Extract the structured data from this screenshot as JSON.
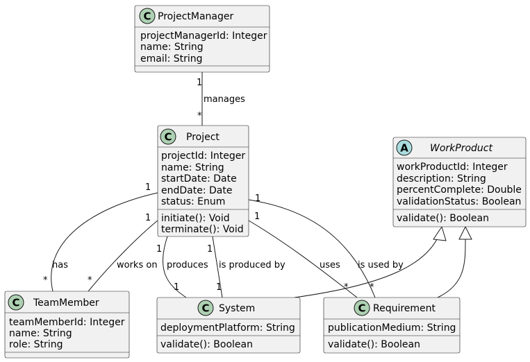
{
  "classes": {
    "projectManager": {
      "stereotype_glyph": "C",
      "name": "ProjectManager",
      "attributes": [
        "projectManagerId: Integer",
        "name: String",
        "email: String"
      ],
      "methods": []
    },
    "project": {
      "stereotype_glyph": "C",
      "name": "Project",
      "attributes": [
        "projectId: Integer",
        "name: String",
        "startDate: Date",
        "endDate: Date",
        "status: Enum"
      ],
      "methods": [
        "initiate(): Void",
        "terminate(): Void"
      ]
    },
    "workProduct": {
      "stereotype_glyph": "A",
      "name": "WorkProduct",
      "abstract": true,
      "attributes": [
        "workProductId: Integer",
        "description: String",
        "percentComplete: Double",
        "validationStatus: Boolean"
      ],
      "methods": [
        "validate(): Boolean"
      ]
    },
    "teamMember": {
      "stereotype_glyph": "C",
      "name": "TeamMember",
      "attributes": [
        "teamMemberId: Integer",
        "name: String",
        "role: String"
      ],
      "methods": []
    },
    "system": {
      "stereotype_glyph": "C",
      "name": "System",
      "attributes": [
        "deploymentPlatform: String"
      ],
      "methods": [
        "validate(): Boolean"
      ]
    },
    "requirement": {
      "stereotype_glyph": "C",
      "name": "Requirement",
      "attributes": [
        "publicationMedium: String"
      ],
      "methods": [
        "validate(): Boolean"
      ]
    }
  },
  "relations": {
    "manages": {
      "label": "manages",
      "from_mult": "1",
      "to_mult": "*"
    },
    "has": {
      "label": "has",
      "from_mult": "1",
      "to_mult": "*"
    },
    "works_on": {
      "label": "works on",
      "from_mult": "1",
      "to_mult": "*"
    },
    "produces": {
      "label": "produces",
      "from_mult": "1",
      "to_mult": "1"
    },
    "is_produced_by": {
      "label": "is produced by",
      "from_mult": "1",
      "to_mult": "1"
    },
    "uses": {
      "label": "uses",
      "from_mult": "1",
      "to_mult": "*"
    },
    "is_used_by": {
      "label": "is used by",
      "from_mult": "1",
      "to_mult": "*"
    }
  },
  "colors": {
    "class_fill": "#f1f1f1",
    "class_circle": "#add1b2",
    "abstract_circle": "#a9dcdf",
    "stroke": "#181818"
  }
}
